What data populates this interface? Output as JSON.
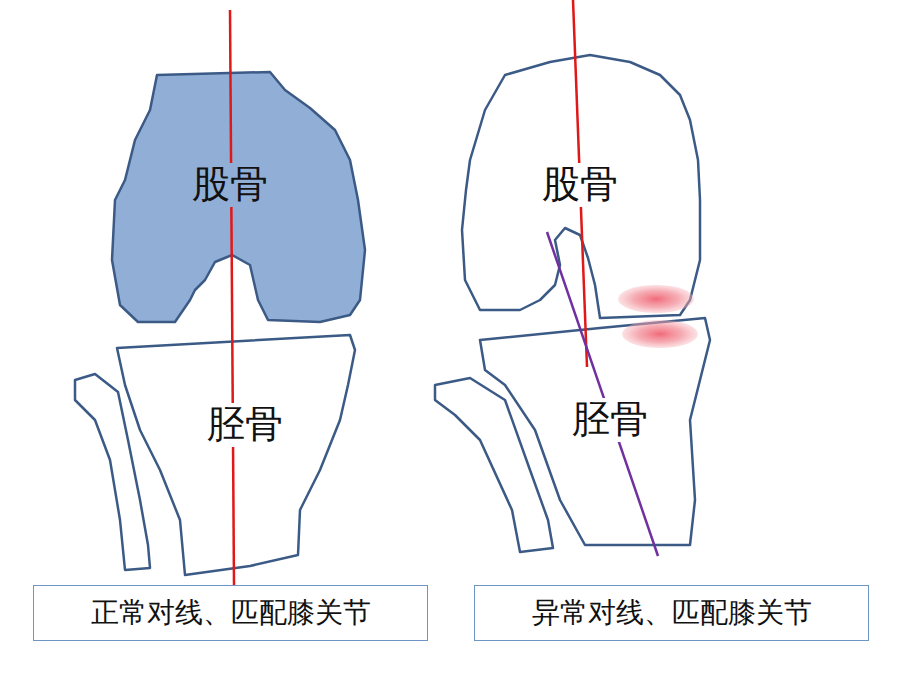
{
  "diagram": {
    "nodes": [
      {
        "text": [
          "股骨"
        ]
      },
      {
        "text": [
          "股骨"
        ]
      },
      {
        "text": [
          "胫骨"
        ]
      },
      {
        "text": [
          "胫骨"
        ]
      },
      {
        "text": [
          "正常对线、匹配膝关节"
        ]
      },
      {
        "text": [
          "异常对线、匹配膝关节"
        ]
      }
    ]
  }
}
